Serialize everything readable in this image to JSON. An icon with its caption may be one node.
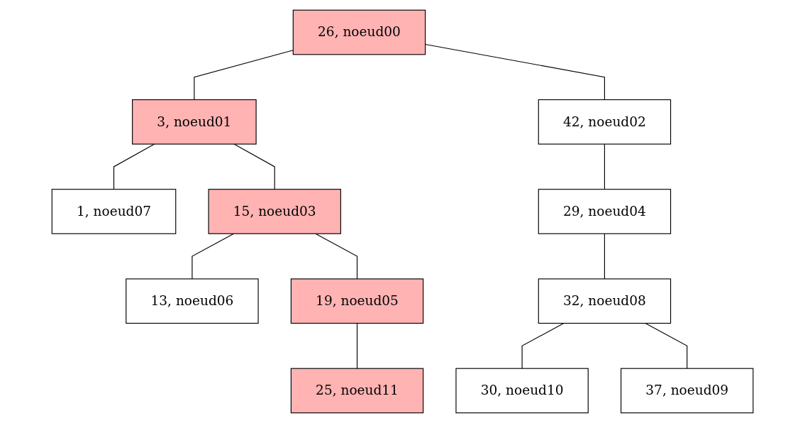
{
  "diagram": {
    "nodes": [
      {
        "text": [
          "26, noeud00"
        ]
      },
      {
        "text": [
          "3, noeud01"
        ]
      },
      {
        "text": [
          "42, noeud02"
        ]
      },
      {
        "text": [
          "1, noeud07"
        ]
      },
      {
        "text": [
          "15, noeud03"
        ]
      },
      {
        "text": [
          "29, noeud04"
        ]
      },
      {
        "text": [
          "13, noeud06"
        ]
      },
      {
        "text": [
          "19, noeud05"
        ]
      },
      {
        "text": [
          "32, noeud08"
        ]
      },
      {
        "text": [
          "25, noeud11"
        ]
      },
      {
        "text": [
          "30, noeud10"
        ]
      },
      {
        "text": [
          "37, noeud09"
        ]
      }
    ],
    "edges": [
      {
        "from": 0,
        "to": 1,
        "arrow": "none"
      },
      {
        "from": 0,
        "to": 2,
        "arrow": "none"
      },
      {
        "from": 1,
        "to": 3,
        "arrow": "none"
      },
      {
        "from": 1,
        "to": 4,
        "arrow": "none"
      },
      {
        "from": 2,
        "to": 5,
        "arrow": "none"
      },
      {
        "from": 4,
        "to": 6,
        "arrow": "none"
      },
      {
        "from": 4,
        "to": 7,
        "arrow": "none"
      },
      {
        "from": 5,
        "to": 8,
        "arrow": "none"
      },
      {
        "from": 7,
        "to": 9,
        "arrow": "none"
      },
      {
        "from": 8,
        "to": 10,
        "arrow": "none"
      },
      {
        "from": 8,
        "to": 11,
        "arrow": "none"
      }
    ]
  }
}
